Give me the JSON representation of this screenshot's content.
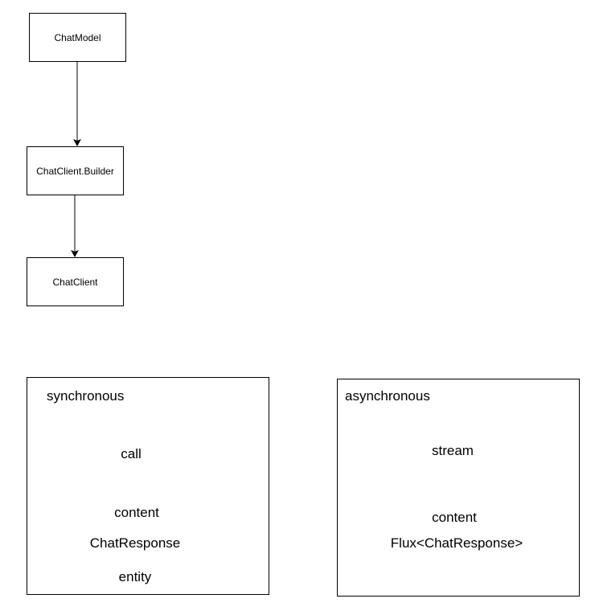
{
  "nodes": {
    "chat_model": "ChatModel",
    "chat_client_builder": "ChatClient.Builder",
    "chat_client": "ChatClient"
  },
  "groups": {
    "synchronous": {
      "title": "synchronous",
      "items": [
        "call",
        "content",
        "ChatResponse",
        "entity"
      ]
    },
    "asynchronous": {
      "title": "asynchronous",
      "items": [
        "stream",
        "content",
        "Flux<ChatResponse>"
      ]
    }
  }
}
